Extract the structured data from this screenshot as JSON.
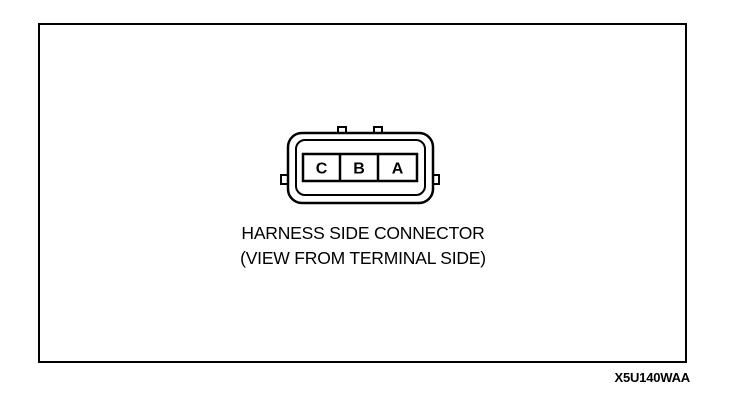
{
  "connector": {
    "pins": [
      {
        "label": "C"
      },
      {
        "label": "B"
      },
      {
        "label": "A"
      }
    ]
  },
  "caption": {
    "line1": "HARNESS SIDE CONNECTOR",
    "line2": "(VIEW FROM TERMINAL SIDE)"
  },
  "figure_code": "X5U140WAA"
}
